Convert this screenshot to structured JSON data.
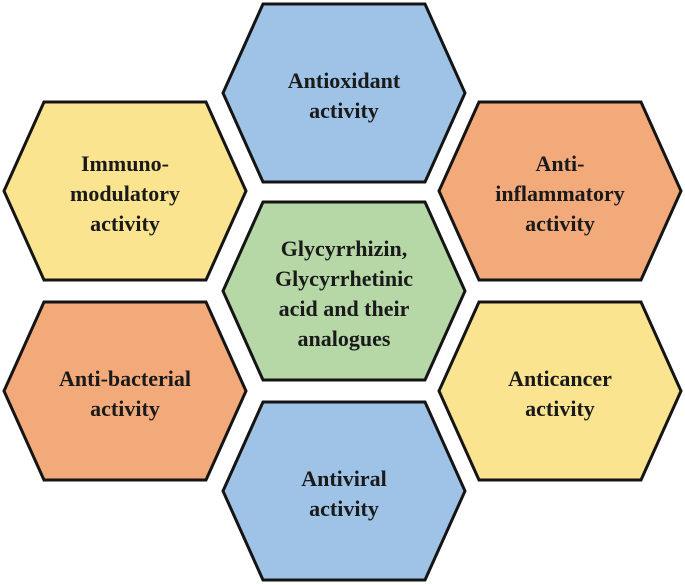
{
  "style": {
    "background": "#ffffff",
    "border_color": "#141414",
    "text_color": "#1a1a1a",
    "blue": "#9fc3e6",
    "green": "#b6d7a6",
    "yellow": "#fae48f",
    "orange": "#f3aa7b"
  },
  "hexagons": [
    {
      "id": "center",
      "position": "center",
      "label": "Glycyrrhizin,\nGlycyrrhetinic\nacid and their\nanalogues",
      "fill": "#b6d7a6"
    },
    {
      "id": "antioxidant",
      "position": "top",
      "label": "Antioxidant\nactivity",
      "fill": "#9fc3e6"
    },
    {
      "id": "anti-inflammatory",
      "position": "top-right",
      "label": "Anti-\ninflammatory\nactivity",
      "fill": "#f3aa7b"
    },
    {
      "id": "anticancer",
      "position": "bottom-right",
      "label": "Anticancer\nactivity",
      "fill": "#fae48f"
    },
    {
      "id": "antiviral",
      "position": "bottom",
      "label": "Antiviral\nactivity",
      "fill": "#9fc3e6"
    },
    {
      "id": "anti-bacterial",
      "position": "bottom-left",
      "label": "Anti-bacterial\nactivity",
      "fill": "#f3aa7b"
    },
    {
      "id": "immuno-modulatory",
      "position": "top-left",
      "label": "Immuno-\nmodulatory\nactivity",
      "fill": "#fae48f"
    }
  ]
}
